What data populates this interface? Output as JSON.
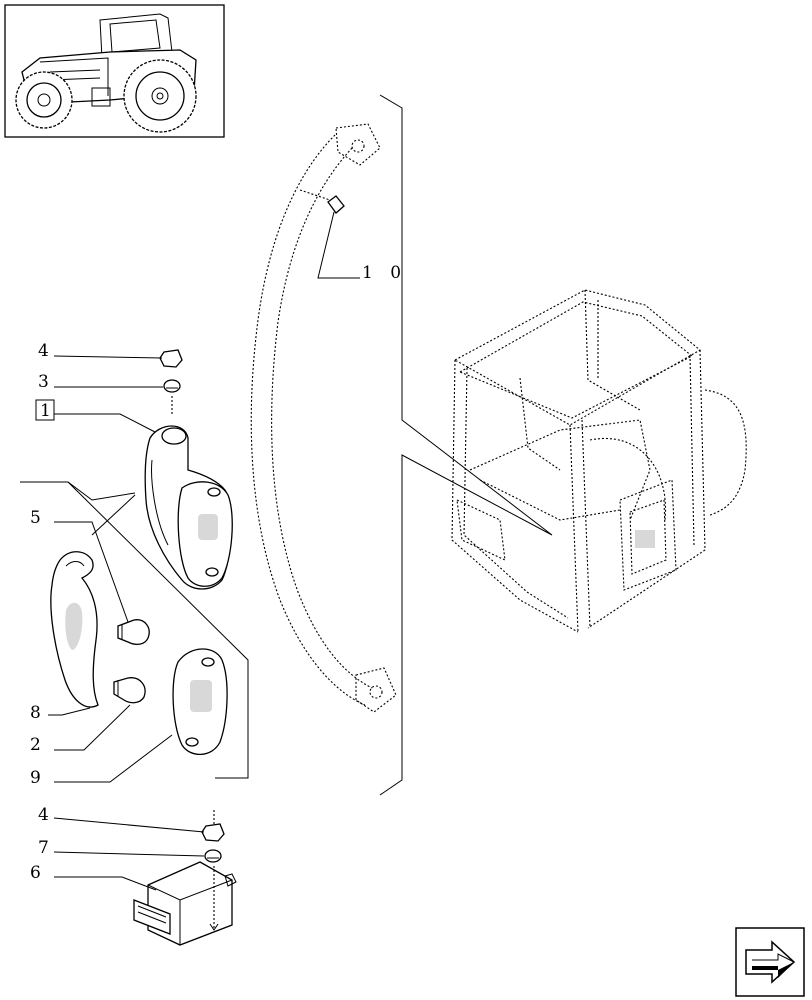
{
  "callouts": {
    "c1": "1",
    "c2": "2",
    "c3": "3",
    "c4a": "4",
    "c4b": "4",
    "c5": "5",
    "c6": "6",
    "c7": "7",
    "c8": "8",
    "c9": "9",
    "c10": "1 0"
  },
  "icons": {
    "nav_arrow": "next-page-arrow-icon",
    "tractor": "tractor-thumbnail-icon",
    "cab": "cab-frame-icon"
  }
}
